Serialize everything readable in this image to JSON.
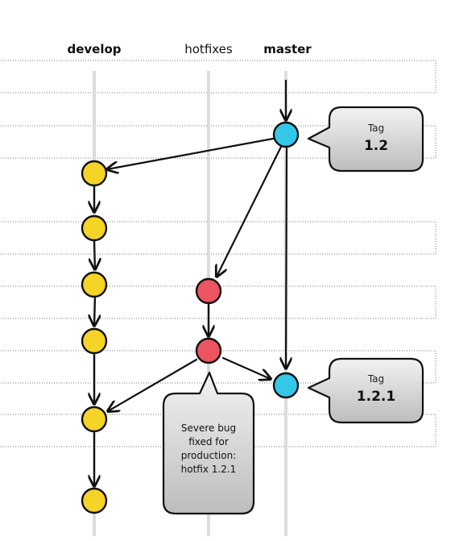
{
  "branches": {
    "develop": "develop",
    "hotfixes": "hotfixes",
    "master": "master"
  },
  "tags": {
    "first": {
      "label": "Tag",
      "version": "1.2"
    },
    "second": {
      "label": "Tag",
      "version": "1.2.1"
    }
  },
  "note": {
    "line1": "Severe bug",
    "line2": "fixed for",
    "line3": "production:",
    "line4": "hotfix 1.2.1"
  },
  "colors": {
    "develop": "#f5d327",
    "hotfixes": "#ec5461",
    "master": "#34c8e8",
    "callout": "#d7d7d7"
  }
}
